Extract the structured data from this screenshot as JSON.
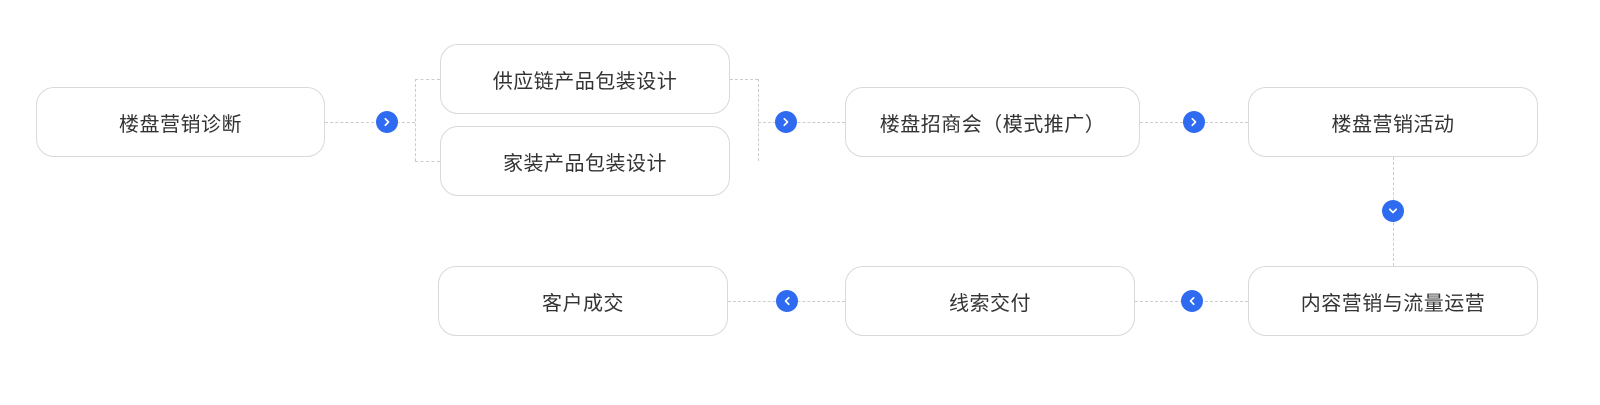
{
  "diagram": {
    "nodes": [
      {
        "id": "property-marketing-diagnosis",
        "label": "楼盘营销诊断"
      },
      {
        "id": "supply-chain-product-packaging-design",
        "label": "供应链产品包装设计"
      },
      {
        "id": "home-decoration-product-packaging-design",
        "label": "家装产品包装设计"
      },
      {
        "id": "property-investment-conference",
        "label": "楼盘招商会（模式推广）"
      },
      {
        "id": "property-marketing-activity",
        "label": "楼盘营销活动"
      },
      {
        "id": "content-marketing-traffic-operation",
        "label": "内容营销与流量运营"
      },
      {
        "id": "lead-delivery",
        "label": "线索交付"
      },
      {
        "id": "customer-deal",
        "label": "客户成交"
      }
    ],
    "arrows": [
      {
        "icon": "chevron-right-icon",
        "direction": "right"
      },
      {
        "icon": "chevron-right-icon",
        "direction": "right"
      },
      {
        "icon": "chevron-right-icon",
        "direction": "right"
      },
      {
        "icon": "chevron-down-icon",
        "direction": "down"
      },
      {
        "icon": "chevron-left-icon",
        "direction": "left"
      },
      {
        "icon": "chevron-left-icon",
        "direction": "left"
      }
    ],
    "colors": {
      "arrow_circle": "#2E6BF1",
      "node_border": "#D9D9D9",
      "connector": "#CCCCCC",
      "node_text": "#333333",
      "background": "#FFFFFF"
    }
  }
}
